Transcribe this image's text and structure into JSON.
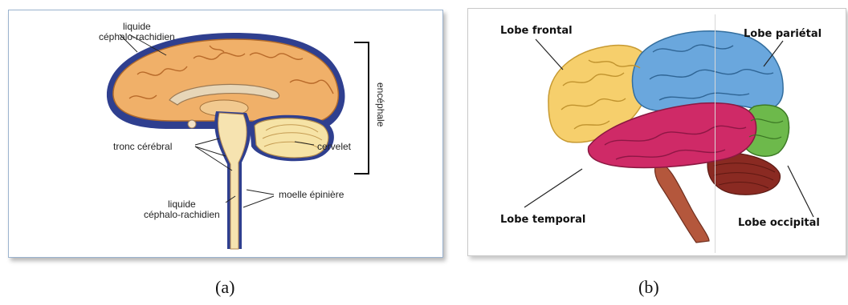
{
  "panel_a": {
    "csf_top_line1": "liquide",
    "csf_top_line2": "céphalo-rachidien",
    "brainstem": "tronc cérébral",
    "cerebellum": "cervelet",
    "spinal_cord": "moelle épinière",
    "csf_bottom_line1": "liquide",
    "csf_bottom_line2": "céphalo-rachidien",
    "encephalon": "encéphale",
    "caption": "(a)"
  },
  "panel_b": {
    "frontal": "Lobe frontal",
    "parietal": "Lobe pariétal",
    "temporal": "Lobe temporal",
    "occipital": "Lobe occipital",
    "caption": "(b)"
  },
  "colors": {
    "csf_blue": "#2f3f8f",
    "brain_orange": "#f0b069",
    "frontal_yellow": "#f6cf6c",
    "parietal_blue": "#6aa7dd",
    "temporal_magenta": "#cf2a67",
    "occipital_green": "#6db94b",
    "cerebellum_brown": "#8a2a22"
  }
}
